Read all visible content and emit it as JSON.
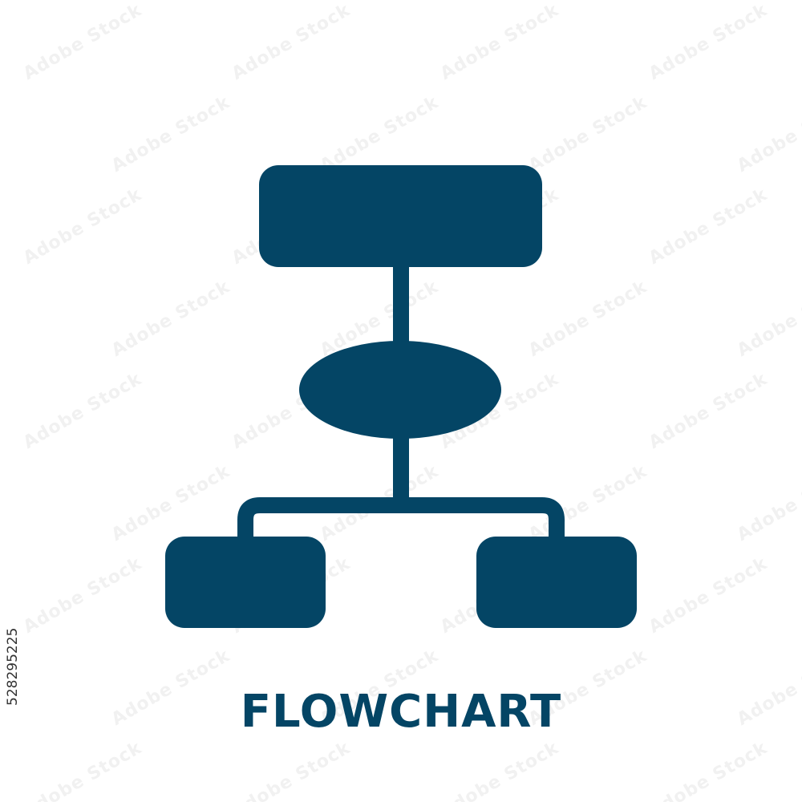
{
  "icon": {
    "name": "flowchart-icon",
    "color": "#044565"
  },
  "caption": {
    "text": "FLOWCHART",
    "color": "#044565"
  },
  "stock_id": {
    "text": "528295225"
  },
  "watermark": {
    "text": "Adobe Stock"
  }
}
